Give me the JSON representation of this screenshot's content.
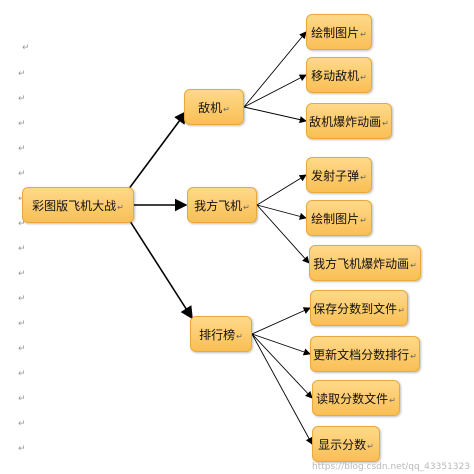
{
  "diagram": {
    "root": {
      "label": "彩图版飞机大战"
    },
    "branches": [
      {
        "label": "敌机",
        "children": [
          "绘制图片",
          "移动敌机",
          "敌机爆炸动画"
        ]
      },
      {
        "label": "我方飞机",
        "children": [
          "发射子弹",
          "绘制图片",
          "我方飞机爆炸动画"
        ]
      },
      {
        "label": "排行榜",
        "children": [
          "保存分数到文件",
          "更新文档分数排行",
          "读取分数文件",
          "显示分数"
        ]
      }
    ],
    "paragraph_mark": "↵"
  },
  "watermark": "https://blog.csdn.net/qq_43351323",
  "colors": {
    "node_fill": "#f9c25a",
    "node_border": "#e9a93a",
    "edge": "#000000"
  }
}
